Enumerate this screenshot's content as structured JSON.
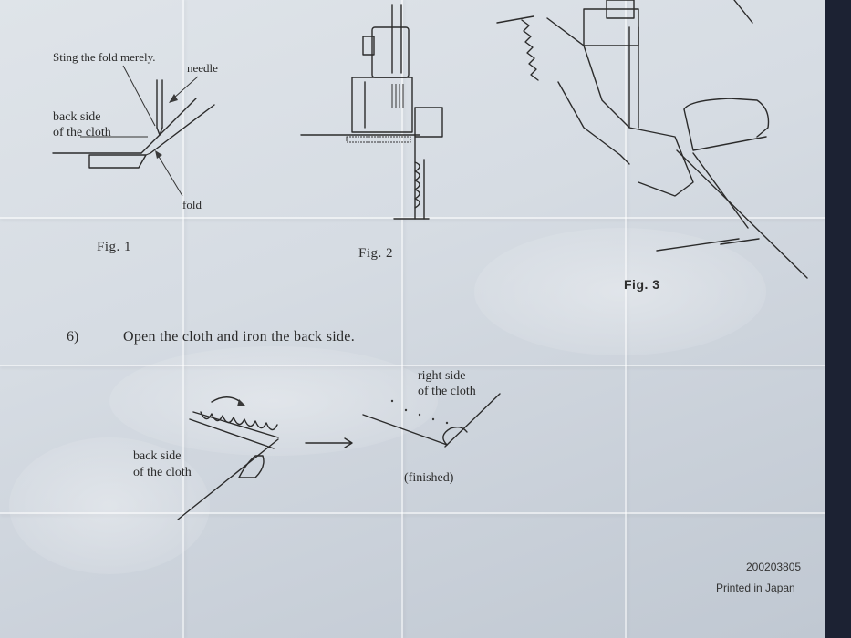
{
  "figure1": {
    "callout_top": "Sting the fold merely.",
    "callout_needle": "needle",
    "callout_back_side_line1": "back side",
    "callout_back_side_line2": "of the cloth",
    "callout_fold": "fold",
    "caption": "Fig. 1"
  },
  "figure2": {
    "caption": "Fig. 2"
  },
  "figure3": {
    "caption": "Fig. 3"
  },
  "step": {
    "number": "6)",
    "text": "Open the cloth and iron the back side."
  },
  "diagram_bottom": {
    "left_label_line1": "back side",
    "left_label_line2": "of the cloth",
    "right_label_line1": "right side",
    "right_label_line2": "of the cloth",
    "finished_label": "(finished)"
  },
  "footer": {
    "code": "200203805",
    "printed": "Printed in Japan"
  }
}
